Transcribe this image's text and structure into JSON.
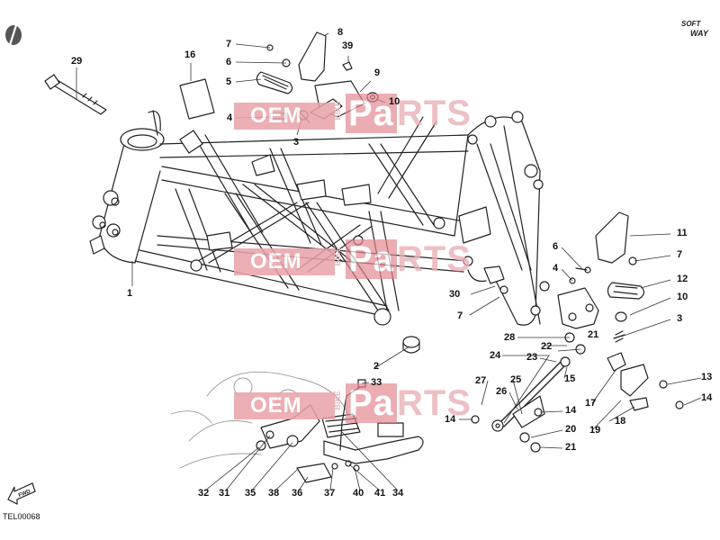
{
  "diagram": {
    "reference_code": "TEL00068",
    "logo": {
      "line1": "SOFT",
      "line2": "WAY"
    },
    "direction_label": "FWD",
    "watermark": {
      "oem": "OEM",
      "bike": "BIKE",
      "parts_a": "Pa",
      "parts_rest": "RTS"
    },
    "callouts": [
      "1",
      "2",
      "3",
      "4",
      "5",
      "6",
      "7",
      "8",
      "9",
      "10",
      "11",
      "12",
      "13",
      "14",
      "15",
      "16",
      "17",
      "18",
      "19",
      "20",
      "21",
      "22",
      "23",
      "24",
      "25",
      "26",
      "27",
      "28",
      "29",
      "30",
      "31",
      "32",
      "33",
      "34",
      "35",
      "36",
      "37",
      "38",
      "39",
      "40",
      "41"
    ]
  },
  "colors": {
    "line": "#222222",
    "watermark_pink": "#e9a3a8",
    "background": "#ffffff"
  }
}
